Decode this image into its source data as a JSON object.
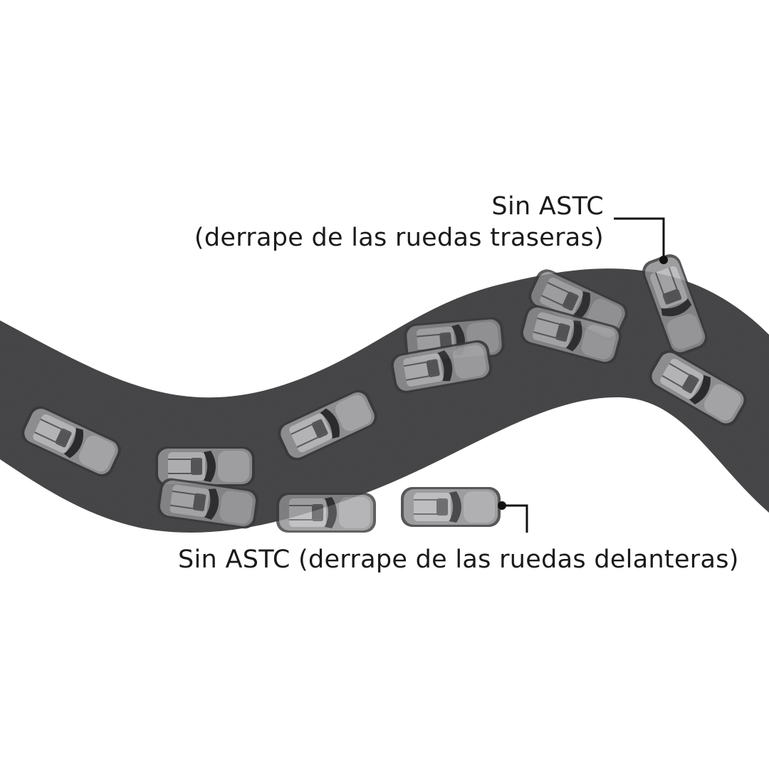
{
  "labels": {
    "rear_skid": {
      "line1": "Sin ASTC",
      "line2": "(derrape de las ruedas traseras)"
    },
    "front_skid": {
      "text": "Sin ASTC (derrape de las ruedas delanteras)"
    }
  },
  "colors": {
    "road": "#4a4a4c",
    "car_body": "#8a8a8c",
    "car_glass": "#2a2a2c",
    "callout": "#111111"
  }
}
